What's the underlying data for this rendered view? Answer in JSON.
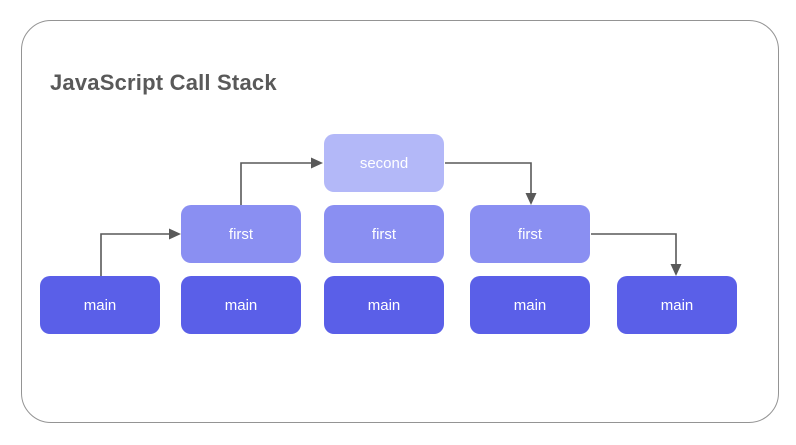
{
  "title": "JavaScript Call Stack",
  "colors": {
    "node_main": "#5A5FE8",
    "node_first": "#8A8FF2",
    "node_second": "#B3B8F8",
    "connector": "#595959",
    "heading_text": "#595959",
    "frame_border": "#949494",
    "background": "#FFFFFF"
  },
  "diagram": {
    "type": "call-stack-flow",
    "description": "Five stacked call-stack snapshots left to right showing main, then first pushed, then second pushed, then popped back down",
    "nodes": [
      {
        "label": "main",
        "column": 1,
        "row": "main"
      },
      {
        "label": "first",
        "column": 2,
        "row": "first"
      },
      {
        "label": "main",
        "column": 2,
        "row": "main"
      },
      {
        "label": "second",
        "column": 3,
        "row": "second"
      },
      {
        "label": "first",
        "column": 3,
        "row": "first"
      },
      {
        "label": "main",
        "column": 3,
        "row": "main"
      },
      {
        "label": "first",
        "column": 4,
        "row": "first"
      },
      {
        "label": "main",
        "column": 4,
        "row": "main"
      },
      {
        "label": "main",
        "column": 5,
        "row": "main"
      }
    ],
    "arrows": [
      {
        "from": "col1-main",
        "to": "col2-first",
        "shape": "up-then-right"
      },
      {
        "from": "col2-first",
        "to": "col3-second",
        "shape": "up-then-right"
      },
      {
        "from": "col3-second",
        "to": "col4-first",
        "shape": "right-then-down"
      },
      {
        "from": "col4-first",
        "to": "col5-main",
        "shape": "right-then-down"
      }
    ]
  }
}
